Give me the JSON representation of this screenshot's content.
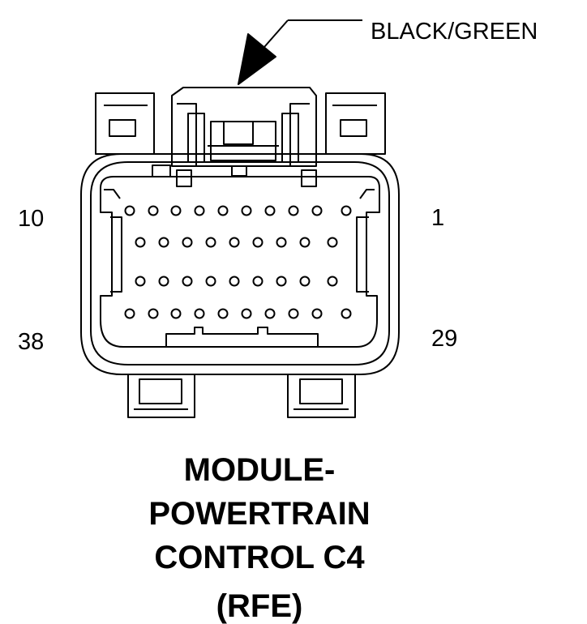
{
  "callout": {
    "wire_color": "BLACK/GREEN"
  },
  "pin_labels": {
    "top_left": "10",
    "top_right": "1",
    "bottom_left": "38",
    "bottom_right": "29"
  },
  "title": {
    "line1": "MODULE-",
    "line2": "POWERTRAIN",
    "line3": "CONTROL C4",
    "line4": "(RFE)"
  },
  "colors": {
    "ink": "#000000",
    "paper": "#ffffff"
  }
}
